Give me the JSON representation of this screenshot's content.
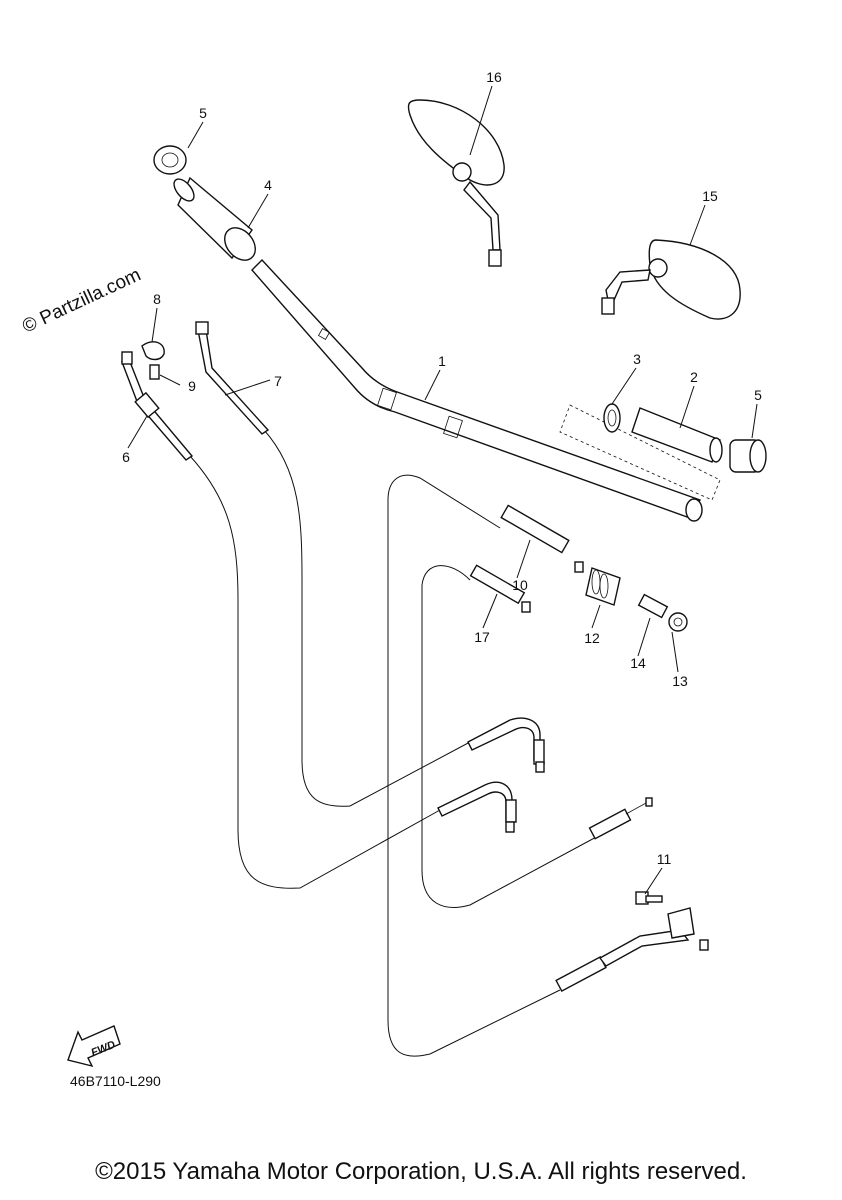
{
  "watermark": "© Partzilla.com",
  "diagram_code": "46B7110-L290",
  "fwd_label": "FWD",
  "copyright": "©2015 Yamaha Motor Corporation, U.S.A. All rights reserved.",
  "callouts": {
    "c1": "1",
    "c2": "2",
    "c3": "3",
    "c4": "4",
    "c5a": "5",
    "c5b": "5",
    "c6": "6",
    "c7": "7",
    "c8": "8",
    "c9": "9",
    "c10": "10",
    "c11": "11",
    "c12": "12",
    "c13": "13",
    "c14": "14",
    "c15": "15",
    "c16": "16",
    "c17": "17"
  }
}
